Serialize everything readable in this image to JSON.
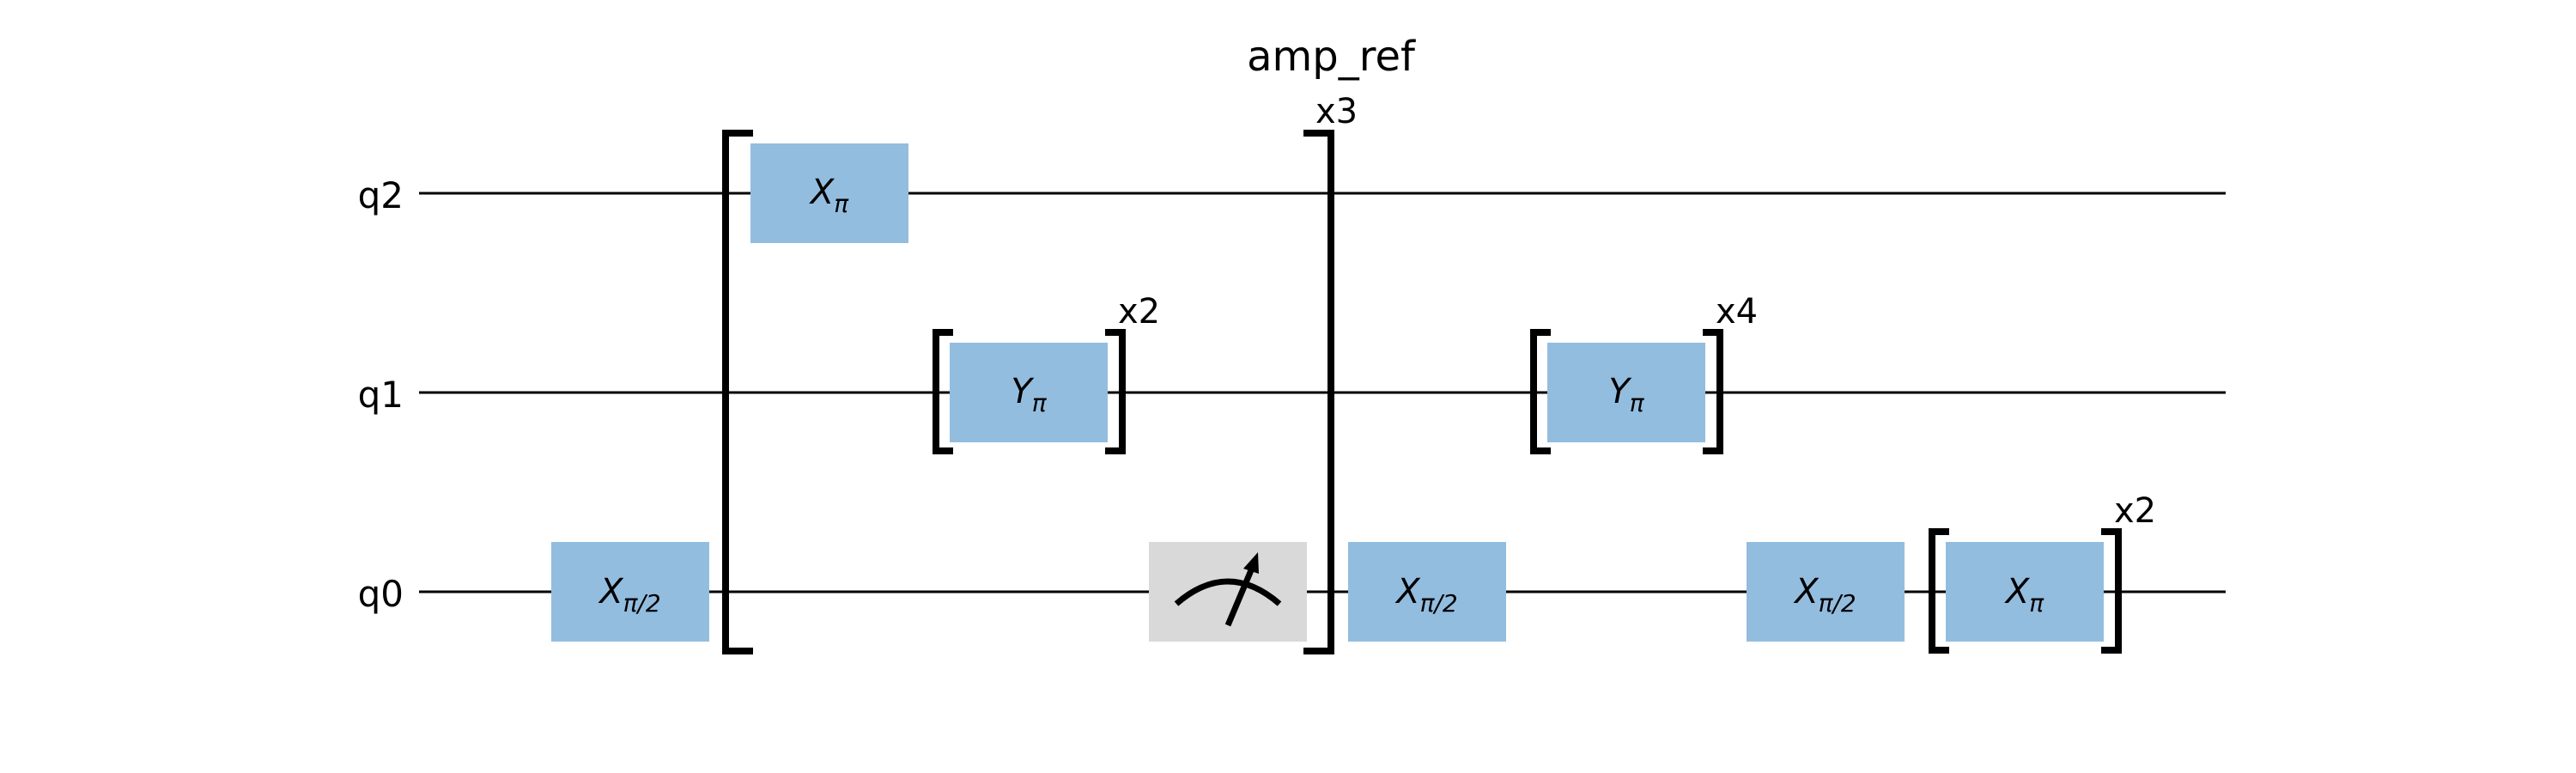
{
  "title": "amp_ref",
  "qubits": [
    "q2",
    "q1",
    "q0"
  ],
  "gates": {
    "x_pi_half_a": {
      "base": "X",
      "sub": "π/2"
    },
    "x_pi_a": {
      "base": "X",
      "sub": "π"
    },
    "y_pi_a": {
      "base": "Y",
      "sub": "π"
    },
    "x_pi_half_b": {
      "base": "X",
      "sub": "π/2"
    },
    "y_pi_b": {
      "base": "Y",
      "sub": "π"
    },
    "x_pi_half_c": {
      "base": "X",
      "sub": "π/2"
    },
    "x_pi_b": {
      "base": "X",
      "sub": "π"
    }
  },
  "measurement": {
    "icon": "measure-meter-icon"
  },
  "repeats": {
    "outer": "x3",
    "y_pi_a": "x2",
    "y_pi_b": "x4",
    "x_pi_b": "x2"
  },
  "colors": {
    "gate": "#93bddf",
    "measure": "#d9d9d9",
    "wire": "#000000"
  }
}
